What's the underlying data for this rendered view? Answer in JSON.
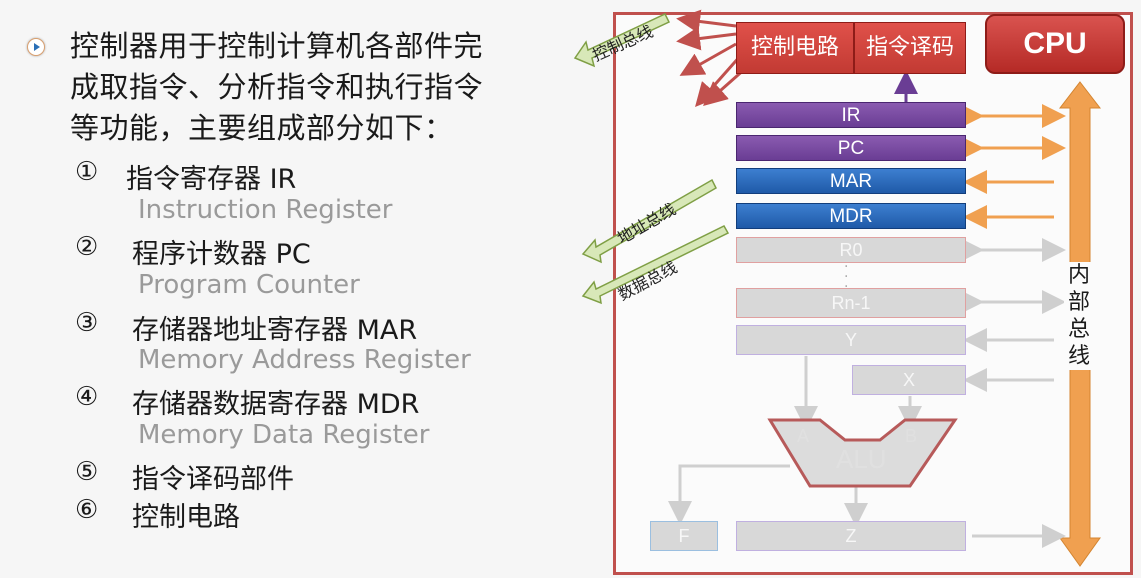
{
  "left": {
    "intro_lines": [
      "控制器用于控制计算机各部件完",
      "成取指令、分析指令和执行指令",
      "等功能，主要组成部分如下："
    ],
    "items": [
      {
        "num": "①",
        "label": "指令寄存器 IR",
        "sub": "Instruction Register"
      },
      {
        "num": "②",
        "label": "程序计数器 PC",
        "sub": "Program Counter"
      },
      {
        "num": "③",
        "label": "存储器地址寄存器 MAR",
        "sub": "Memory Address Register"
      },
      {
        "num": "④",
        "label": "存储器数据寄存器 MDR",
        "sub": "Memory Data Register"
      },
      {
        "num": "⑤",
        "label": "指令译码部件",
        "sub": ""
      },
      {
        "num": "⑥",
        "label": "控制电路",
        "sub": ""
      }
    ]
  },
  "cpu": {
    "badge": "CPU",
    "control_circuit": "控制电路",
    "instruction_decoder": "指令译码",
    "registers": {
      "ir": "IR",
      "pc": "PC",
      "mar": "MAR",
      "mdr": "MDR",
      "r0": "R0",
      "rn1": "Rn-1",
      "y": "Y",
      "x": "X",
      "f": "F",
      "z": "Z"
    },
    "alu": {
      "label": "ALU",
      "a": "A",
      "b": "B"
    },
    "buses": {
      "control": "控制总线",
      "address": "地址总线",
      "data": "数据总线",
      "internal": "内部总线"
    }
  },
  "colors": {
    "frame": "#c0504d",
    "control_red": "#d9534f",
    "register_purple": "#6a3d94",
    "register_blue": "#1f5aa8",
    "bus_orange": "#f0a050",
    "bus_green": "#9bbb59"
  }
}
